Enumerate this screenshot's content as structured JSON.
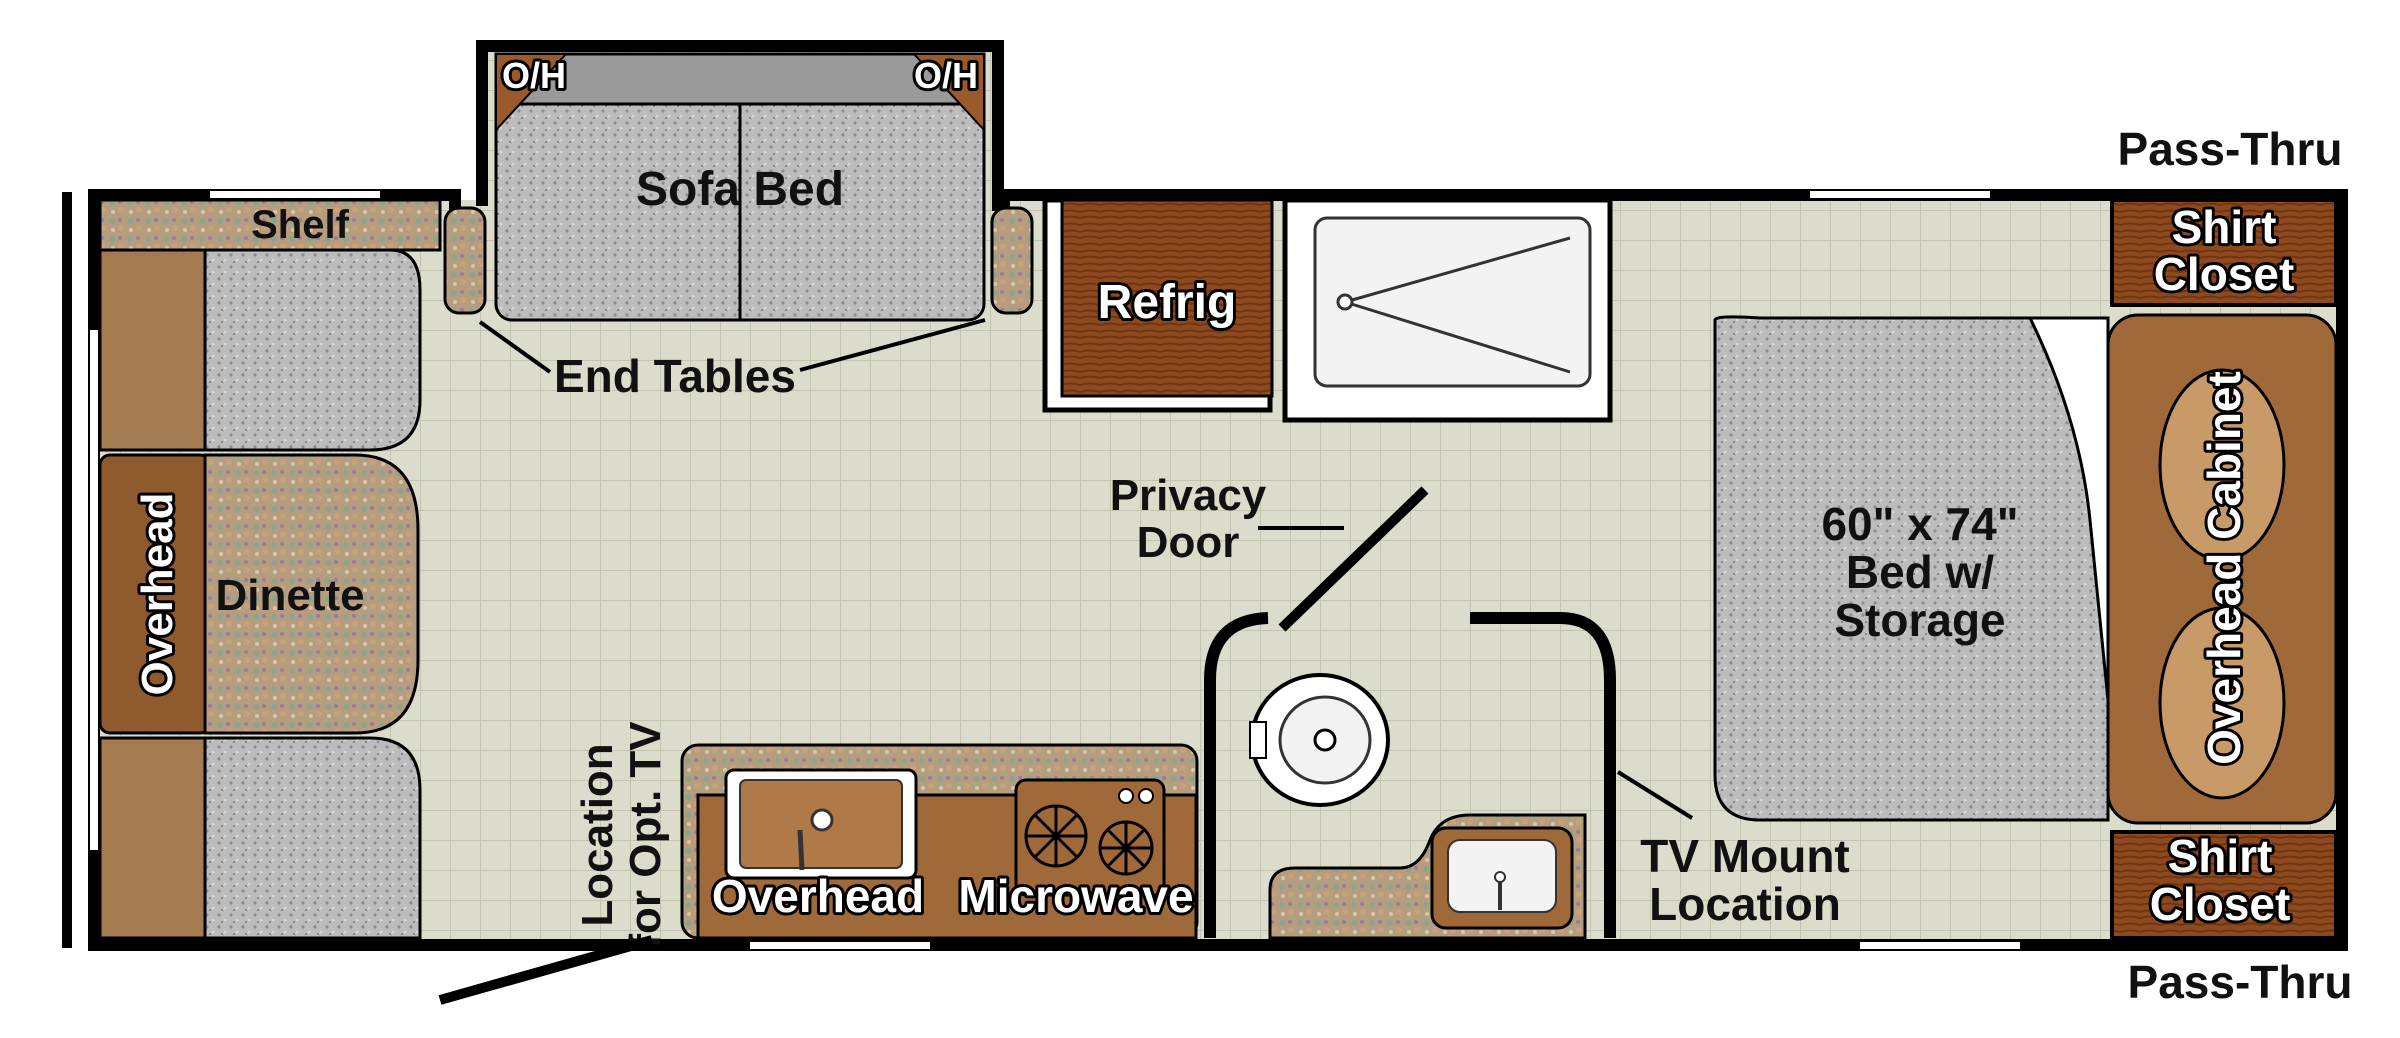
{
  "labels": {
    "shelf": "Shelf",
    "oh_left": "O/H",
    "oh_right": "O/H",
    "sofa_bed": "Sofa Bed",
    "end_tables": "End Tables",
    "refrig": "Refrig",
    "pass_thru_top": "Pass-Thru",
    "shirt_closet_top_1": "Shirt",
    "shirt_closet_top_2": "Closet",
    "overhead_cabinet": "Overhead Cabinet",
    "bed_line1": "60\" x 74\"",
    "bed_line2": "Bed w/",
    "bed_line3": "Storage",
    "privacy_door_1": "Privacy",
    "privacy_door_2": "Door",
    "overhead_left": "Overhead",
    "dinette": "Dinette",
    "tv_location_1": "Location",
    "tv_location_2": "for Opt. TV",
    "overhead_kitchen": "Overhead",
    "microwave": "Microwave",
    "tv_mount_1": "TV Mount",
    "tv_mount_2": "Location",
    "shirt_closet_bottom_1": "Shirt",
    "shirt_closet_bottom_2": "Closet",
    "pass_thru_bottom": "Pass-Thru"
  },
  "colors": {
    "floor": "#dcdccc",
    "grid": "#c5c5b2",
    "wall": "#000000",
    "wood": "#8b4a20",
    "cushion": "#b9b9b9",
    "pattern": "#b09c80",
    "tan": "#a0693a",
    "fixture": "#eeeeee"
  }
}
